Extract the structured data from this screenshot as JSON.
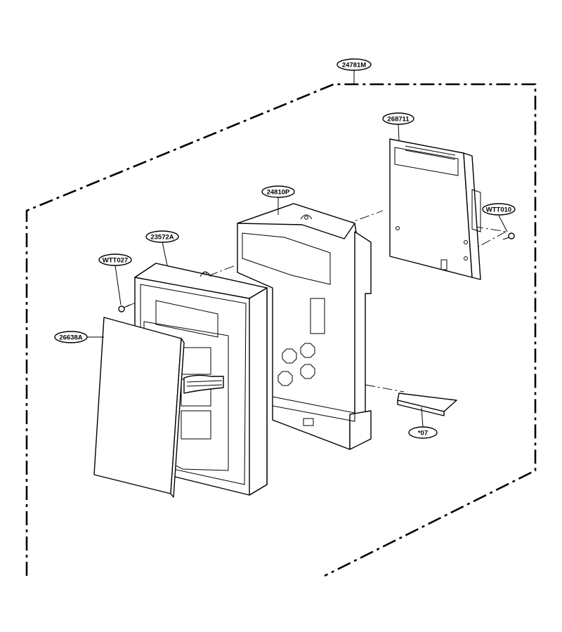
{
  "labels": {
    "assembly": "24781M",
    "pcb": "268711",
    "frame": "24810P",
    "screw_right": "WTT010",
    "panel": "23572A",
    "screw_left": "WTT027",
    "membrane": "26638A",
    "button": "*07"
  }
}
